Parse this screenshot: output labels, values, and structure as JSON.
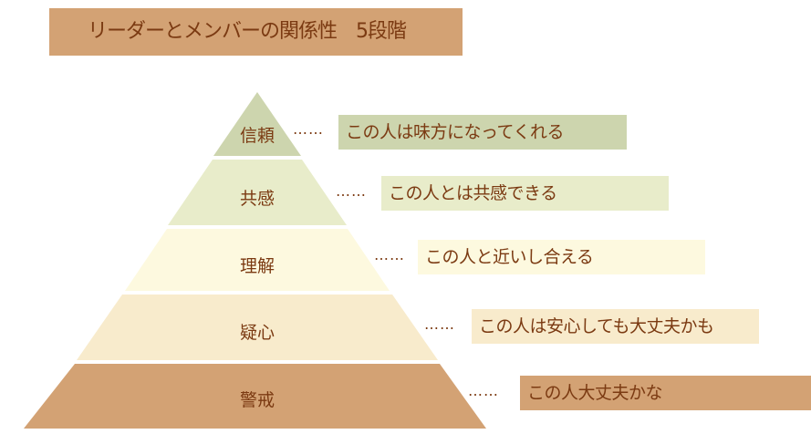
{
  "title": "リーダーとメンバーの関係性　5段階",
  "levels": [
    {
      "name": "信頼",
      "description": "この人は味方になってくれる",
      "color": "#cdd5ae"
    },
    {
      "name": "共感",
      "description": "この人とは共感できる",
      "color": "#e8ecca"
    },
    {
      "name": "理解",
      "description": "この人と近いし合える",
      "color": "#fdf9df"
    },
    {
      "name": "疑心",
      "description": "この人は安心しても大丈夫かも",
      "color": "#f8ebcc"
    },
    {
      "name": "警戒",
      "description": "この人大丈夫かな",
      "color": "#d3a274"
    }
  ],
  "connector": "……"
}
